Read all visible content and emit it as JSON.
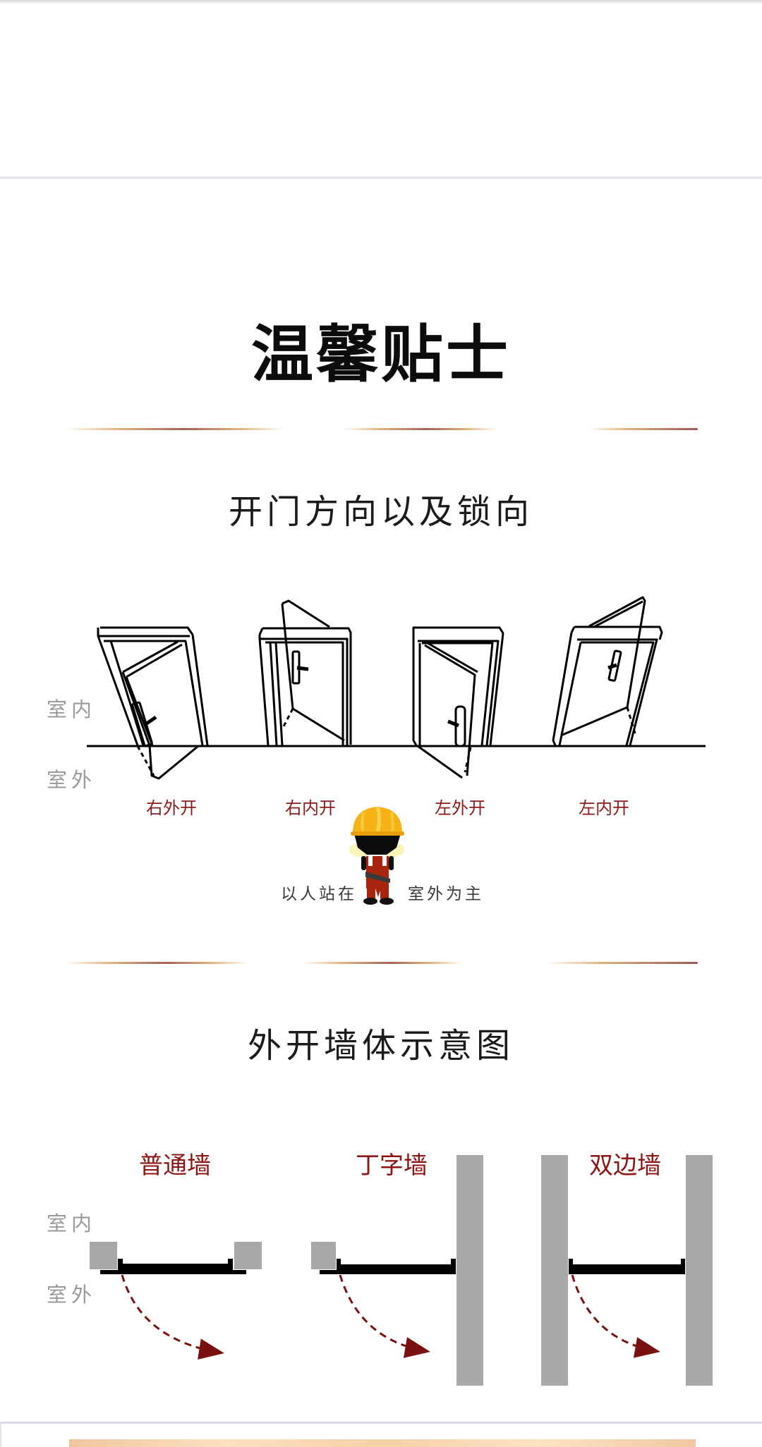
{
  "page": {
    "title": "温馨贴士",
    "colors": {
      "title": "#0c0c0c",
      "accent_red": "#8c1a1a",
      "divider_gold": "#e0b27a",
      "divider_rose": "#a8605a",
      "wall_gray": "#a7a9a9",
      "side_label_gray": "#9a9a9a"
    }
  },
  "section1": {
    "subtitle": "开门方向以及锁向",
    "side_labels": {
      "inside": "室内",
      "outside": "室外"
    },
    "doors": [
      {
        "label": "右外开",
        "icon": "door-right-outward-icon"
      },
      {
        "label": "右内开",
        "icon": "door-right-inward-icon"
      },
      {
        "label": "左外开",
        "icon": "door-left-outward-icon"
      },
      {
        "label": "左内开",
        "icon": "door-left-inward-icon"
      }
    ],
    "note_left": "以人站在",
    "note_right": "室外为主",
    "mascot": "construction-worker-icon"
  },
  "section2": {
    "subtitle": "外开墙体示意图",
    "side_labels": {
      "inside": "室内",
      "outside": "室外"
    },
    "walls": [
      {
        "label": "普通墙",
        "icon": "ordinary-wall-diagram-icon"
      },
      {
        "label": "丁字墙",
        "icon": "t-wall-diagram-icon"
      },
      {
        "label": "双边墙",
        "icon": "double-wall-diagram-icon"
      }
    ]
  }
}
